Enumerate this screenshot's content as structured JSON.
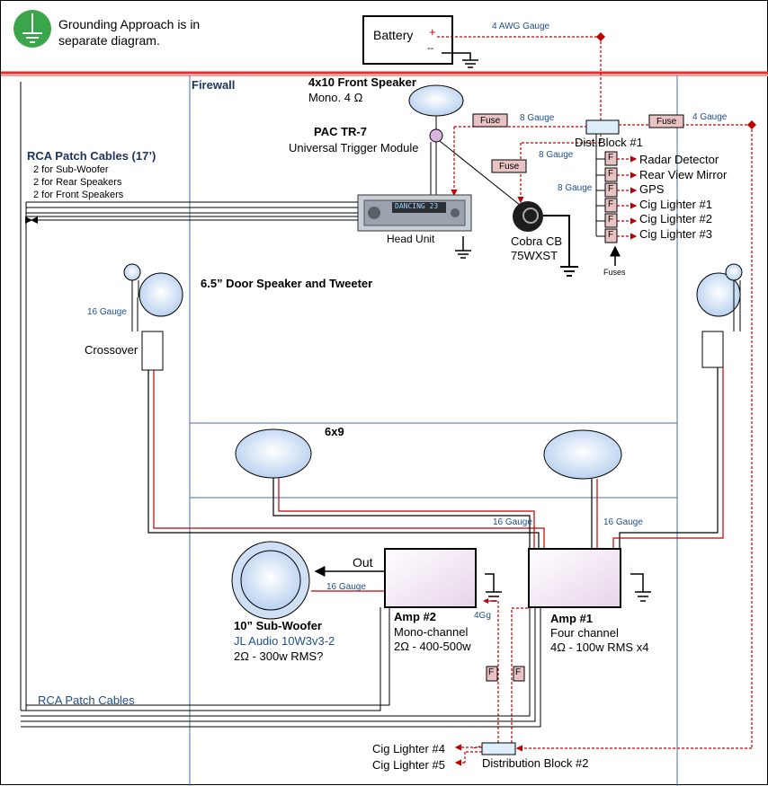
{
  "grounding_note": [
    "Grounding Approach is in",
    "separate diagram."
  ],
  "battery": {
    "label": "Battery",
    "plus": "+",
    "minus": "--"
  },
  "gauges": {
    "awg4_top": "4 AWG Gauge",
    "g8_fuse1": "8 Gauge",
    "g4_right": "4 Gauge",
    "g8_cobra": "8 Gauge",
    "g8_block": "8 Gauge",
    "g16_left": "16 Gauge",
    "g16_amp_left": "16 Gauge",
    "g16_amp_right": "16 Gauge",
    "g16_sub": "16 Gauge",
    "g4g": "4Gg"
  },
  "fuse_label": "Fuse",
  "f_label": "F",
  "firewall": "Firewall",
  "front_speaker": {
    "title": "4x10 Front Speaker",
    "sub": "Mono. 4 Ω"
  },
  "pac": {
    "title": "PAC TR-7",
    "sub": "Universal Trigger Module"
  },
  "rca_top": {
    "title": "RCA Patch Cables (17’)",
    "lines": [
      "2 for Sub-Woofer",
      "2 for Rear Speakers",
      "2 for Front Speakers"
    ]
  },
  "head_unit": {
    "label": "Head Unit",
    "display": "DANCING  23"
  },
  "cobra": {
    "line1": "Cobra CB",
    "line2": "75WXST"
  },
  "dist_block1": "Dist.Block #1",
  "accessories": [
    "Radar Detector",
    "Rear View Mirror",
    "GPS",
    "Cig Lighter #1",
    "Cig Lighter #2",
    "Cig Lighter #3"
  ],
  "fuses_label": "Fuses",
  "door_speaker": "6.5” Door Speaker and Tweeter",
  "crossover": "Crossover",
  "six_by_nine": "6x9",
  "out_label": "Out",
  "subwoofer": {
    "title": "10” Sub-Woofer",
    "model": "JL Audio 10W3v3-2",
    "spec": "2Ω - 300w RMS?"
  },
  "amp2": {
    "title": "Amp #2",
    "line1": "Mono-channel",
    "line2": "2Ω - 400-500w"
  },
  "amp1": {
    "title": "Amp #1",
    "line1": "Four channel",
    "line2": "4Ω - 100w RMS x4"
  },
  "rca_bottom": "RCA Patch Cables",
  "bottom": {
    "cig4": "Cig Lighter #4",
    "cig5": "Cig Lighter #5",
    "dist_block2": "Distribution Block #2"
  },
  "colors": {
    "wire_red": "#c00000",
    "panel_line": "#4a6f9a",
    "speaker_fill": "#c9dcf5",
    "ground_icon": "#3aa54a"
  }
}
